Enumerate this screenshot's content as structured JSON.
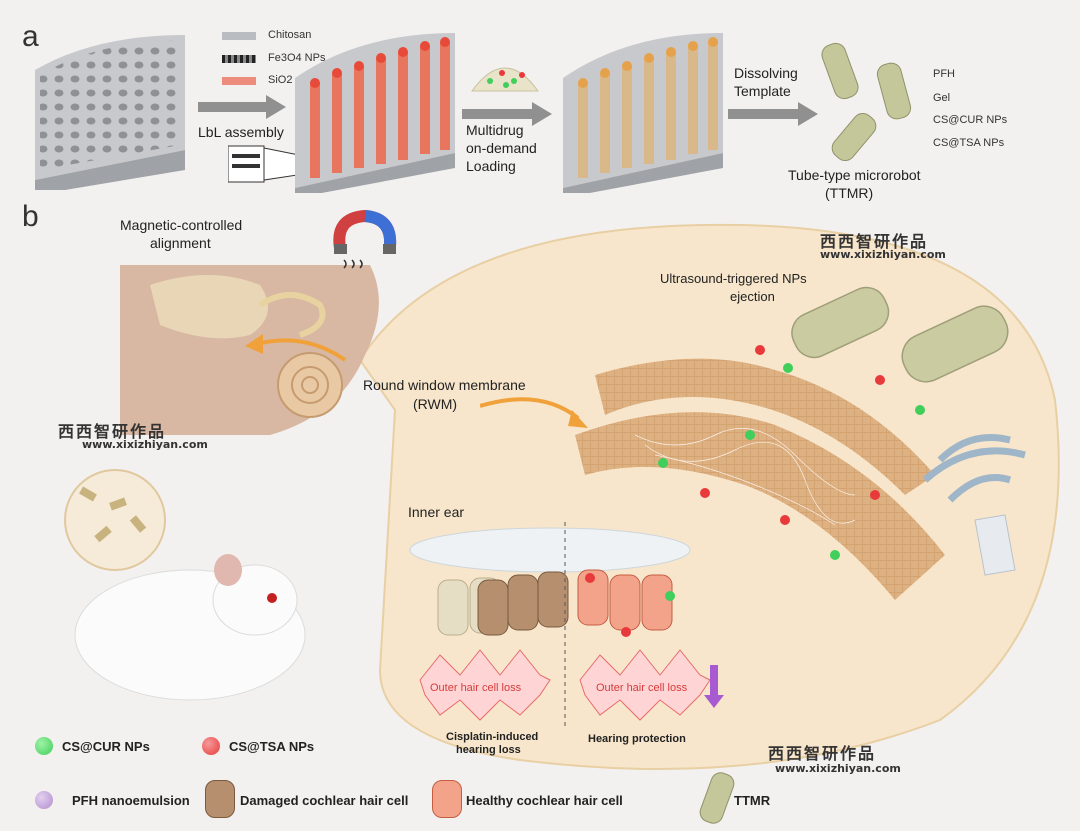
{
  "panel_a": {
    "letter": "a",
    "legend": [
      {
        "label": "Chitosan",
        "color": "#b9bcc0"
      },
      {
        "label": "Fe3O4 NPs",
        "color": "#333333"
      },
      {
        "label": "SiO2",
        "color": "#ee8c7c"
      }
    ],
    "step1": "LbL assembly",
    "step2_lines": [
      "Multidrug",
      "on-demand",
      "Loading"
    ],
    "step3_lines": [
      "Dissolving",
      "Template"
    ],
    "ttmr_labels": [
      "PFH",
      "Gel",
      "CS@CUR NPs",
      "CS@TSA NPs"
    ],
    "ttmr_caption_lines": [
      "Tube-type microrobot",
      "(TTMR)"
    ]
  },
  "panel_b": {
    "letter": "b",
    "magnetic_lines": [
      "Magnetic-controlled",
      "alignment"
    ],
    "ultrasound_lines": [
      "Ultrasound-triggered NPs",
      "ejection"
    ],
    "rwm_lines": [
      "Round window membrane",
      "(RWM)"
    ],
    "inner_ear": "Inner ear",
    "loss_label_left": "Outer hair cell loss",
    "loss_label_right": "Outer hair cell loss",
    "caption_left_lines": [
      "Cisplatin-induced",
      "hearing loss"
    ],
    "caption_right": "Hearing protection"
  },
  "watermark": {
    "cn": "西西智研作品",
    "url": "www.xixizhiyan.com"
  },
  "legend": [
    {
      "label": "CS@CUR NPs",
      "color": "#3fcf5a"
    },
    {
      "label": "CS@TSA NPs",
      "color": "#e83a3a"
    },
    {
      "label": "PFH nanoemulsion",
      "color": "#b08ccc"
    },
    {
      "label": "Damaged cochlear hair cell",
      "color": "#b58f6e"
    },
    {
      "label": "Healthy cochlear hair cell",
      "color": "#f2a38a"
    },
    {
      "label": "TTMR",
      "color": "#c4c79a"
    }
  ]
}
